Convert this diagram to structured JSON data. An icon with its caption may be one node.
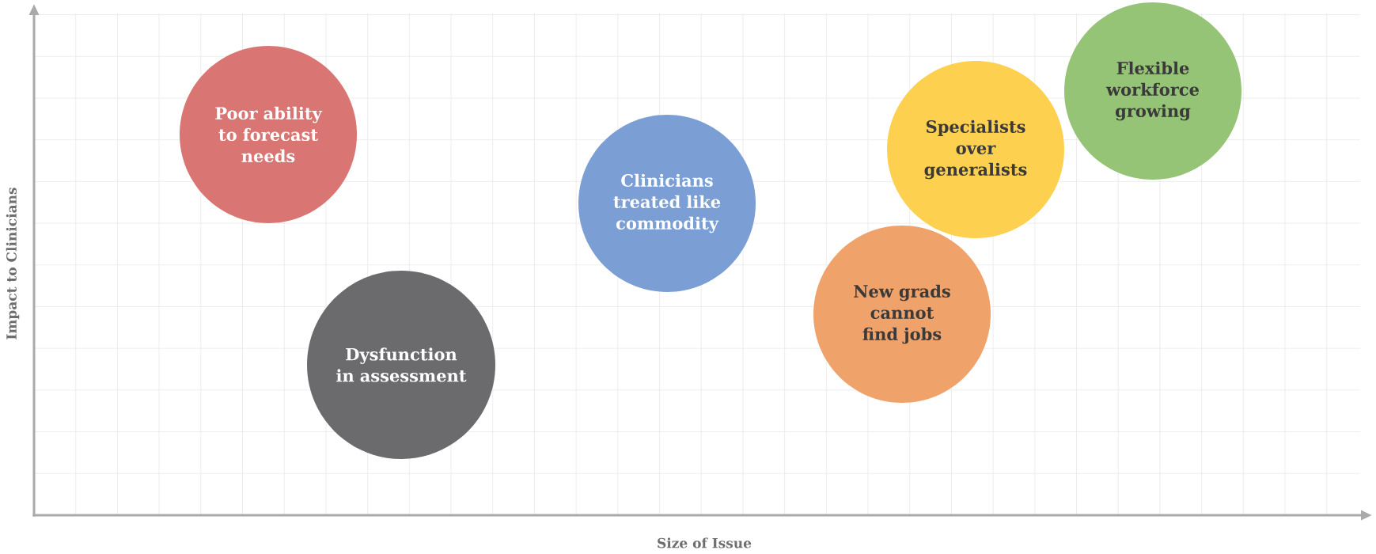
{
  "diagram": {
    "nodes": [
      {
        "text": [
          "Poor ability to forecast needs"
        ]
      },
      {
        "text": [
          "Dysfunction in assessment"
        ]
      },
      {
        "text": [
          "Clinicians treated like commodity"
        ]
      },
      {
        "text": [
          "New grads cannot find jobs"
        ]
      },
      {
        "text": [
          "Specialists over generalists"
        ]
      },
      {
        "text": [
          "Flexible workforce growing"
        ]
      }
    ],
    "labels": [
      "Impact to Clinicians",
      "Size of Issue"
    ]
  }
}
